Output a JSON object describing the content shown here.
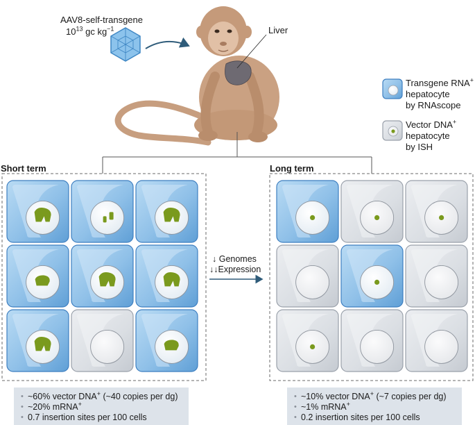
{
  "vector": {
    "name": "AAV8-self-transgene",
    "dose": "10",
    "dose_exp": "13",
    "dose_unit": " gc kg",
    "dose_unit_exp": "−1"
  },
  "organ_label": "Liver",
  "legend": {
    "rna": {
      "line1": "Transgene RNA",
      "line1_sup": "+",
      "line2": "hepatocyte",
      "line3": "by RNAscope"
    },
    "dna": {
      "line1": "Vector DNA",
      "line1_sup": "+",
      "line2": "hepatocyte",
      "line3": "by ISH"
    }
  },
  "panels": {
    "short": {
      "title": "Short term",
      "cells": [
        {
          "rna": true,
          "dna": "large"
        },
        {
          "rna": true,
          "dna": "small"
        },
        {
          "rna": true,
          "dna": "large"
        },
        {
          "rna": true,
          "dna": "medium"
        },
        {
          "rna": true,
          "dna": "large"
        },
        {
          "rna": true,
          "dna": "large"
        },
        {
          "rna": true,
          "dna": "large"
        },
        {
          "rna": false,
          "dna": "none"
        },
        {
          "rna": true,
          "dna": "medium"
        }
      ],
      "summary": [
        {
          "text": "~60% vector DNA",
          "sup": "+",
          "rest": " (~40 copies per dg)"
        },
        {
          "text": "~20% mRNA",
          "sup": "+",
          "rest": ""
        },
        {
          "text": "0.7 insertion sites per 100 cells",
          "sup": "",
          "rest": ""
        }
      ]
    },
    "long": {
      "title": "Long term",
      "cells": [
        {
          "rna": true,
          "dna": "dot"
        },
        {
          "rna": false,
          "dna": "dot"
        },
        {
          "rna": false,
          "dna": "dot"
        },
        {
          "rna": false,
          "dna": "none"
        },
        {
          "rna": true,
          "dna": "dot"
        },
        {
          "rna": false,
          "dna": "none"
        },
        {
          "rna": false,
          "dna": "dot"
        },
        {
          "rna": false,
          "dna": "none"
        },
        {
          "rna": false,
          "dna": "none"
        }
      ],
      "summary": [
        {
          "text": "~10% vector DNA",
          "sup": "+",
          "rest": " (~7 copies per dg)"
        },
        {
          "text": "~1% mRNA",
          "sup": "+",
          "rest": ""
        },
        {
          "text": "0.2 insertion sites per 100 cells",
          "sup": "",
          "rest": ""
        }
      ]
    }
  },
  "transition": {
    "line1": "↓ Genomes",
    "line2": "↓↓Expression"
  },
  "colors": {
    "rna_cell_fill": "#8fbfe6",
    "rna_cell_edge": "#3e7fc0",
    "grey_cell_fill": "#d9dde3",
    "grey_cell_edge": "#9aa1ab",
    "dna_green": "#7a9a1e",
    "arrow": "#2f5c7a",
    "monkey": "#caa182",
    "liver": "#6e6a72"
  }
}
